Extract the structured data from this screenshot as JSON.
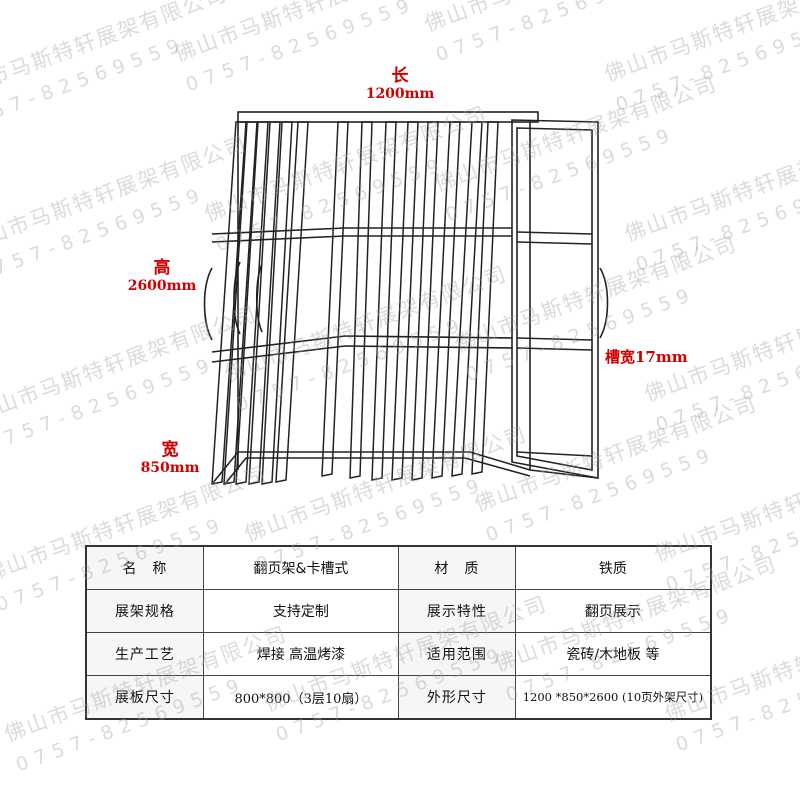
{
  "dimensions": {
    "length_label": "长",
    "length_value": "1200mm",
    "height_label": "高",
    "height_value": "2600mm",
    "width_label": "宽",
    "width_value": "850mm",
    "slot_width": "槽宽17mm"
  },
  "spec_table": {
    "rows": [
      {
        "k1": "名　称",
        "v1": "翻页架&卡槽式",
        "k2": "材　质",
        "v2": "铁质"
      },
      {
        "k1": "展架规格",
        "v1": "支持定制",
        "k2": "展示特性",
        "v2": "翻页展示"
      },
      {
        "k1": "生产工艺",
        "v1": "焊接 高温烤漆",
        "k2": "适用范围",
        "v2": "瓷砖/木地板 等"
      },
      {
        "k1": "展板尺寸",
        "v1": "800*800（3层10扇）",
        "k2": "外形尺寸",
        "v2": "1200 *850*2600 (10页外架尺寸)"
      }
    ]
  },
  "watermark": {
    "company": "佛山市马斯特轩展架有限公司",
    "phone": "0757-82569559"
  }
}
